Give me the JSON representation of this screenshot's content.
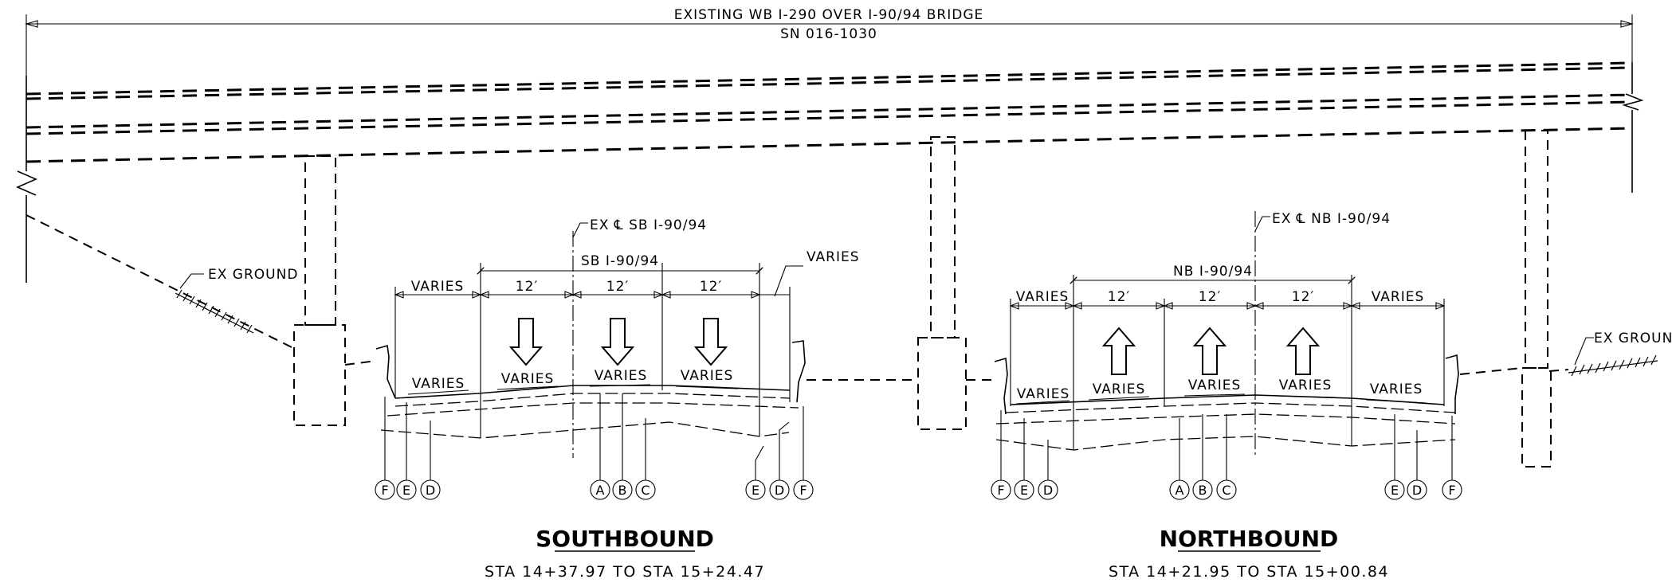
{
  "bridge": {
    "title": "EXISTING WB I-290 OVER I-90/94 BRIDGE",
    "structure_number": "SN 016-1030"
  },
  "ground_labels": [
    "EX GROUND",
    "EX GROUND"
  ],
  "southbound": {
    "centerline_label": "EX ℄ SB I-90/94",
    "roadway_label": "SB I-90/94",
    "top_dims": [
      "VARIES",
      "12′",
      "12′",
      "12′",
      "VARIES"
    ],
    "slope_labels": [
      "VARIES",
      "VARIES",
      "VARIES",
      "VARIES"
    ],
    "left_callouts": [
      "F",
      "E",
      "D"
    ],
    "center_callouts": [
      "A",
      "B",
      "C"
    ],
    "right_callouts": [
      "E",
      "D",
      "F"
    ],
    "title": "SOUTHBOUND",
    "station_range": "STA 14+37.97  TO  STA 15+24.47"
  },
  "northbound": {
    "centerline_label": "EX ℄ NB I-90/94",
    "roadway_label": "NB I-90/94",
    "top_dims": [
      "VARIES",
      "12′",
      "12′",
      "12′",
      "VARIES"
    ],
    "slope_labels": [
      "VARIES",
      "VARIES",
      "VARIES",
      "VARIES",
      "VARIES"
    ],
    "left_callouts": [
      "F",
      "E",
      "D"
    ],
    "center_callouts": [
      "A",
      "B",
      "C"
    ],
    "right_callouts": [
      "E",
      "D",
      "F"
    ],
    "title": "NORTHBOUND",
    "station_range": "STA 14+21.95  TO  STA 15+00.84"
  }
}
